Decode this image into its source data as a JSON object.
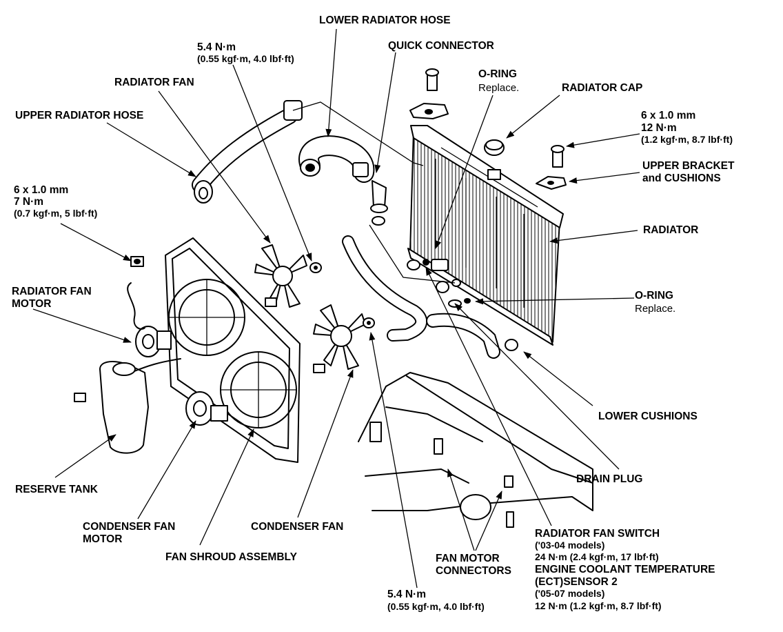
{
  "labels": {
    "lower_radiator_hose": "LOWER RADIATOR HOSE",
    "torque_top_1": "5.4 N·m",
    "torque_top_2": "(0.55 kgf·m, 4.0 lbf·ft)",
    "quick_connector": "QUICK CONNECTOR",
    "radiator_fan": "RADIATOR FAN",
    "oring_top": "O-RING",
    "oring_top_note": "Replace.",
    "radiator_cap": "RADIATOR CAP",
    "upper_radiator_hose": "UPPER RADIATOR HOSE",
    "bolt_right_1": "6 x 1.0 mm",
    "bolt_right_2": "12 N·m",
    "bolt_right_3": "(1.2 kgf·m, 8.7 lbf·ft)",
    "upper_bracket_1": "UPPER BRACKET",
    "upper_bracket_2": "and CUSHIONS",
    "bolt_left_1": "6 x 1.0 mm",
    "bolt_left_2": "7 N·m",
    "bolt_left_3": "(0.7 kgf·m, 5 lbf·ft)",
    "radiator": "RADIATOR",
    "radiator_fan_motor_1": "RADIATOR FAN",
    "radiator_fan_motor_2": "MOTOR",
    "oring_bottom": "O-RING",
    "oring_bottom_note": "Replace.",
    "lower_cushions": "LOWER CUSHIONS",
    "drain_plug": "DRAIN PLUG",
    "reserve_tank": "RESERVE TANK",
    "condenser_fan_motor_1": "CONDENSER FAN",
    "condenser_fan_motor_2": "MOTOR",
    "condenser_fan": "CONDENSER FAN",
    "fan_shroud": "FAN SHROUD ASSEMBLY",
    "fan_motor_connectors_1": "FAN MOTOR",
    "fan_motor_connectors_2": "CONNECTORS",
    "fan_switch_1": "RADIATOR FAN SWITCH",
    "fan_switch_2": "('03-04 models)",
    "fan_switch_3": "24 N·m (2.4 kgf·m, 17 lbf·ft)",
    "fan_switch_4": "ENGINE COOLANT TEMPERATURE",
    "fan_switch_5": "(ECT)SENSOR 2",
    "fan_switch_6": "('05-07 models)",
    "fan_switch_7": "12 N·m (1.2 kgf·m, 8.7 lbf·ft)",
    "torque_bottom_1": "5.4 N·m",
    "torque_bottom_2": "(0.55 kgf·m, 4.0 lbf·ft)"
  }
}
